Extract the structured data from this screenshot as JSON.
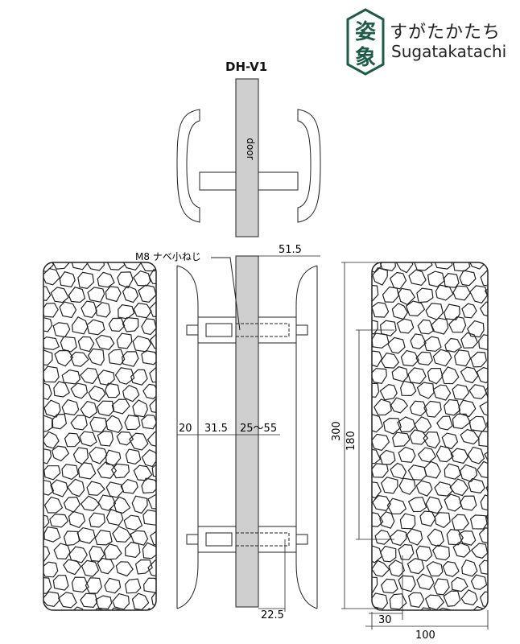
{
  "brand": {
    "name_jp": "すがたかたち",
    "name_en": "Sugatakatachi",
    "logo_chars": "姿象",
    "color": "#1e5c49"
  },
  "model": "DH-V1",
  "door_label": "door",
  "screw_label": "M8 ナベ小ねじ",
  "dimensions": {
    "grip_offset": "51.5",
    "plate": "20",
    "post": "31.5",
    "door_thickness": "25～55",
    "total_height": "300",
    "pitch": "180",
    "post_diameter": "22.5",
    "post_width": "30",
    "handle_width": "100"
  }
}
